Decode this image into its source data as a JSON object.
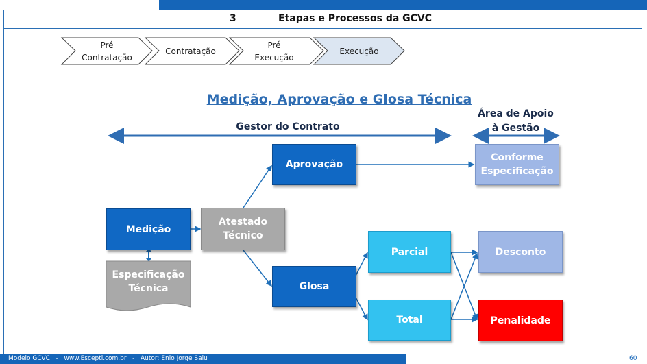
{
  "header": {
    "number": "3",
    "title": "Etapas e Processos da GCVC"
  },
  "stages": [
    {
      "line1": "Pré",
      "line2": "Contratação"
    },
    {
      "line1": "Contratação",
      "line2": ""
    },
    {
      "line1": "Pré",
      "line2": "Execução"
    },
    {
      "line1": "Execução",
      "line2": ""
    }
  ],
  "diagram": {
    "title": "Medição, Aprovação e Glosa Técnica",
    "gestor_label": "Gestor do Contrato",
    "apoio_label_line1": "Área de Apoio",
    "apoio_label_line2": "à Gestão",
    "nodes": {
      "medicao": "Medição",
      "especificacao_line1": "Especificação",
      "especificacao_line2": "Técnica",
      "atestado_line1": "Atestado",
      "atestado_line2": "Técnico",
      "aprovacao": "Aprovação",
      "glosa": "Glosa",
      "parcial": "Parcial",
      "total": "Total",
      "conforme_line1": "Conforme",
      "conforme_line2": "Especificação",
      "desconto": "Desconto",
      "penalidade": "Penalidade"
    },
    "colors": {
      "dark_blue": "#1068c4",
      "light_blue": "#33c2f0",
      "lavender": "#9fb7e6",
      "gray": "#a9a9a9",
      "red": "#ff0000"
    }
  },
  "footer": {
    "text": "Modelo GCVC   -   www.Escepti.com.br   -   Autor: Enio Jorge Salu",
    "page": "60"
  }
}
